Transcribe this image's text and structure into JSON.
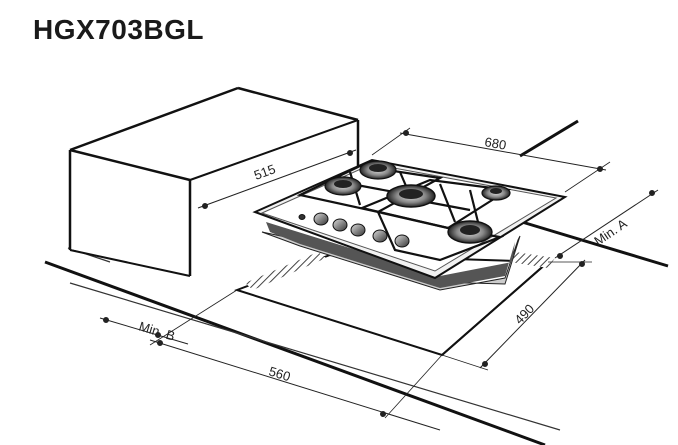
{
  "title": "HGX703BGL",
  "dimensions": {
    "width_680": "680",
    "depth_515": "515",
    "cutout_490": "490",
    "cutout_560": "560",
    "min_a": "Min. A",
    "min_b": "Min. B"
  }
}
